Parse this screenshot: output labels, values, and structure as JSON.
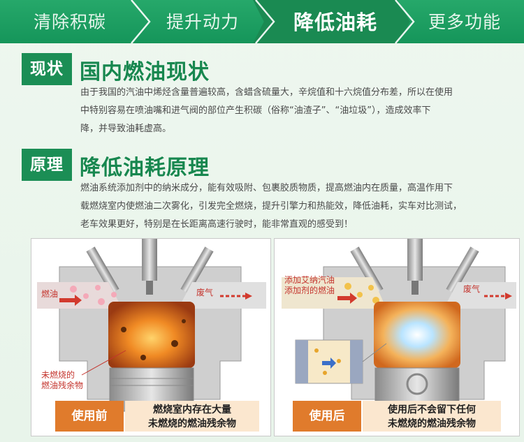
{
  "nav": {
    "items": [
      {
        "label": "清除积碳"
      },
      {
        "label": "提升动力"
      },
      {
        "label": "降低油耗"
      },
      {
        "label": "更多功能"
      }
    ],
    "active_index": 2
  },
  "section1": {
    "tag": "现状",
    "title": "国内燃油现状",
    "lines": [
      "由于我国的汽油中烯烃含量普遍较高，含蜡含硫量大，辛烷值和十六烷值分布差，所以在使用",
      "中特别容易在喷油嘴和进气阀的部位产生积碳（俗称“油渣子”、“油垃圾”），造成效率下",
      "降，并导致油耗虚高。"
    ]
  },
  "section2": {
    "tag": "原理",
    "title": "降低油耗原理",
    "lines": [
      "燃油系统添加剂中的纳米成分，能有效吸附、包裹胶质物质，提高燃油内在质量，高温作用下",
      "载燃烧室内使燃油二次雾化，引发完全燃烧，提升引擎力和热能效，降低油耗，实车对比测试，",
      "老车效果更好，特别是在长距离高速行驶时，能非常直观的感受到！"
    ]
  },
  "before": {
    "fuel_label": "燃油",
    "exhaust_label": "废气",
    "residue_line1": "未燃烧的",
    "residue_line2": "燃油残余物",
    "caption_tag": "使用前",
    "caption_line1": "燃烧室内存在大量",
    "caption_line2": "未燃烧的燃油残余物"
  },
  "after": {
    "fuel_line1": "添加艾纳汽油",
    "fuel_line2": "添加剂的燃油",
    "exhaust_label": "废气",
    "caption_tag": "使用后",
    "caption_line1": "使用后不会留下任何",
    "caption_line2": "未燃烧的燃油残余物"
  },
  "colors": {
    "brand_green": "#1b8e55",
    "caption_orange": "#e07b2c",
    "label_red": "#c4342d"
  }
}
